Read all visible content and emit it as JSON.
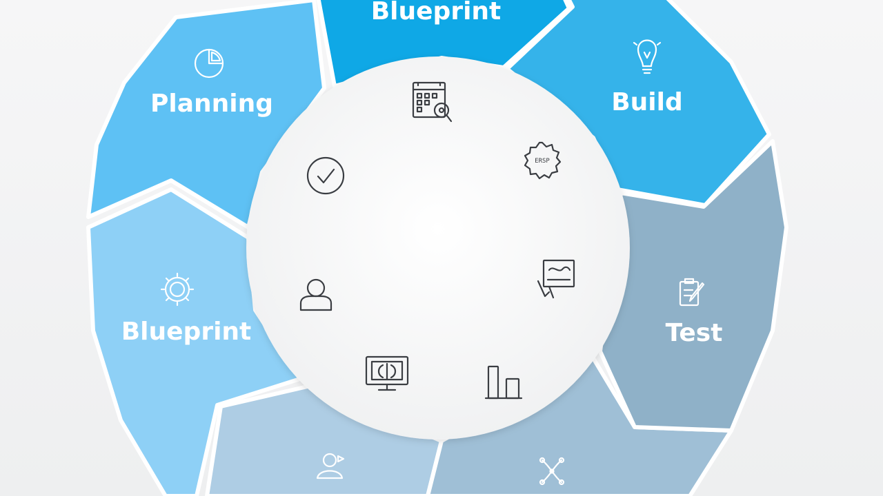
{
  "diagram": {
    "segments": [
      {
        "id": "top",
        "label": "Blueprint",
        "color": "#0fa8e6",
        "icon": "none"
      },
      {
        "id": "build",
        "label": "Build",
        "color": "#35b3ea",
        "icon": "lightbulb-icon"
      },
      {
        "id": "test",
        "label": "Test",
        "color": "#8fb1c8",
        "icon": "clipboard-edit-icon"
      },
      {
        "id": "bottom-right",
        "label": "",
        "color": "#9fbfd6",
        "icon": "network-icon"
      },
      {
        "id": "bottom-left",
        "label": "",
        "color": "#aecde4",
        "icon": "user-share-icon"
      },
      {
        "id": "left",
        "label": "Blueprint",
        "color": "#8ed0f6",
        "icon": "gear-icon"
      },
      {
        "id": "planning",
        "label": "Planning",
        "color": "#5ec1f4",
        "icon": "pie-chart-icon"
      }
    ],
    "center_icons": [
      "blueprint-search-icon",
      "badge-icon",
      "check-circle-icon",
      "user-icon",
      "whiteboard-icon",
      "monitor-icon",
      "bar-chart-icon"
    ],
    "badge_text": "ERSP"
  }
}
